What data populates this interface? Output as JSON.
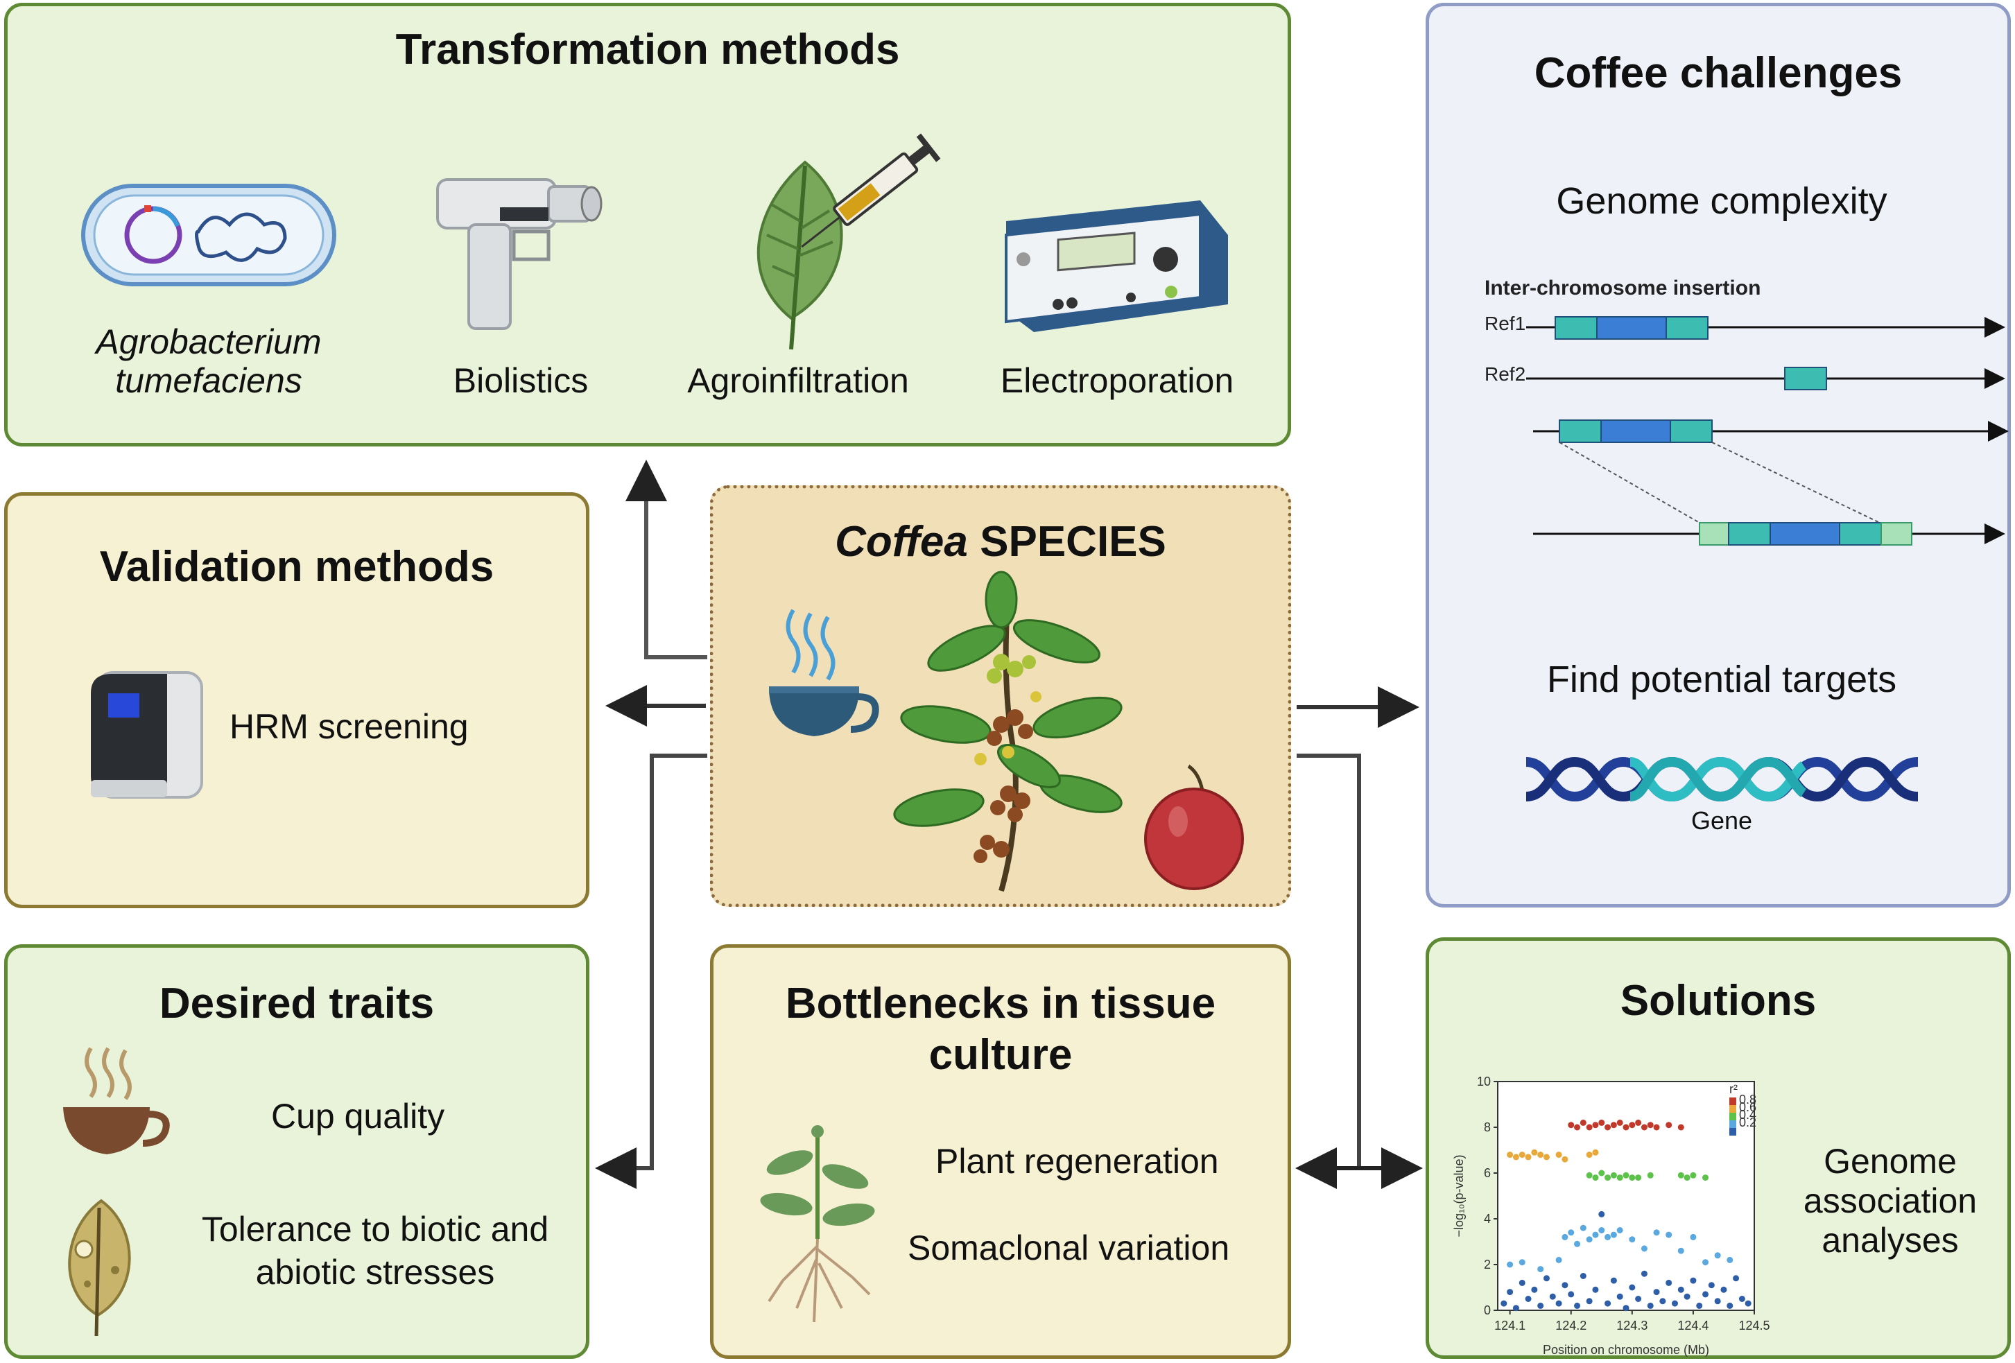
{
  "transformation": {
    "title": "Transformation methods",
    "methods": [
      "Agrobacterium tumefaciens",
      "Biolistics",
      "Agroinfiltration",
      "Electroporation"
    ],
    "agro_line1": "Agrobacterium",
    "agro_line2": "tumefaciens"
  },
  "challenges": {
    "title": "Coffee challenges",
    "genome_complexity": "Genome complexity",
    "insertion_label": "Inter-chromosome insertion",
    "ref1": "Ref1",
    "ref2": "Ref2",
    "find_targets": "Find potential targets",
    "gene_label": "Gene"
  },
  "validation": {
    "title": "Validation methods",
    "hrm": "HRM screening"
  },
  "center": {
    "title_italic": "Coffea",
    "title_rest": " SPECIES"
  },
  "traits": {
    "title": "Desired traits",
    "cup_quality": "Cup quality",
    "tolerance_line1": "Tolerance to biotic and",
    "tolerance_line2": "abiotic stresses"
  },
  "bottlenecks": {
    "title_line1": "Bottlenecks in tissue",
    "title_line2": "culture",
    "regeneration": "Plant regeneration",
    "somaclonal": "Somaclonal variation"
  },
  "solutions": {
    "title": "Solutions",
    "gwas_line1": "Genome",
    "gwas_line2": "association",
    "gwas_line3": "analyses"
  },
  "chart_data": {
    "type": "scatter",
    "xlabel": "Position on chromosome (Mb)",
    "ylabel": "−log₁₀(p-value)",
    "x_ticks": [
      "124.1",
      "124.2",
      "124.3",
      "124.4",
      "124.5"
    ],
    "y_ticks": [
      "0",
      "2",
      "4",
      "6",
      "8",
      "10"
    ],
    "xlim": [
      124.08,
      124.5
    ],
    "ylim": [
      0,
      10
    ],
    "legend_title": "r²",
    "legend": [
      {
        "label": "0.8",
        "color": "#c0392b"
      },
      {
        "label": "0.6",
        "color": "#e8a93a"
      },
      {
        "label": "0.4",
        "color": "#5cc24a"
      },
      {
        "label": "0.2",
        "color": "#5aa8e0"
      },
      {
        "label": "",
        "color": "#2f5ea8"
      }
    ],
    "series": [
      {
        "color": "#c0392b",
        "values": [
          [
            124.2,
            8.1
          ],
          [
            124.21,
            8.0
          ],
          [
            124.22,
            8.2
          ],
          [
            124.23,
            8.0
          ],
          [
            124.24,
            8.1
          ],
          [
            124.25,
            8.2
          ],
          [
            124.26,
            8.0
          ],
          [
            124.27,
            8.1
          ],
          [
            124.28,
            8.2
          ],
          [
            124.29,
            8.0
          ],
          [
            124.3,
            8.1
          ],
          [
            124.31,
            8.2
          ],
          [
            124.32,
            8.0
          ],
          [
            124.33,
            8.1
          ],
          [
            124.34,
            8.0
          ],
          [
            124.36,
            8.1
          ],
          [
            124.38,
            8.0
          ]
        ]
      },
      {
        "color": "#e8a93a",
        "values": [
          [
            124.1,
            6.8
          ],
          [
            124.11,
            6.7
          ],
          [
            124.12,
            6.8
          ],
          [
            124.13,
            6.7
          ],
          [
            124.14,
            6.9
          ],
          [
            124.15,
            6.8
          ],
          [
            124.16,
            6.7
          ],
          [
            124.18,
            6.8
          ],
          [
            124.19,
            6.6
          ],
          [
            124.23,
            6.8
          ],
          [
            124.24,
            6.9
          ]
        ]
      },
      {
        "color": "#5cc24a",
        "values": [
          [
            124.23,
            5.9
          ],
          [
            124.24,
            5.8
          ],
          [
            124.25,
            6.0
          ],
          [
            124.26,
            5.8
          ],
          [
            124.27,
            5.9
          ],
          [
            124.28,
            5.8
          ],
          [
            124.29,
            5.9
          ],
          [
            124.3,
            5.8
          ],
          [
            124.31,
            5.8
          ],
          [
            124.33,
            5.9
          ],
          [
            124.38,
            5.9
          ],
          [
            124.39,
            5.8
          ],
          [
            124.4,
            5.9
          ],
          [
            124.42,
            5.8
          ]
        ]
      },
      {
        "color": "#5aa8e0",
        "values": [
          [
            124.1,
            2.0
          ],
          [
            124.12,
            2.1
          ],
          [
            124.15,
            1.8
          ],
          [
            124.18,
            2.2
          ],
          [
            124.19,
            3.2
          ],
          [
            124.2,
            3.4
          ],
          [
            124.21,
            2.9
          ],
          [
            124.22,
            3.6
          ],
          [
            124.23,
            3.1
          ],
          [
            124.24,
            3.3
          ],
          [
            124.25,
            3.5
          ],
          [
            124.26,
            3.2
          ],
          [
            124.27,
            3.3
          ],
          [
            124.28,
            3.5
          ],
          [
            124.3,
            3.1
          ],
          [
            124.32,
            2.7
          ],
          [
            124.34,
            3.4
          ],
          [
            124.36,
            3.3
          ],
          [
            124.38,
            2.6
          ],
          [
            124.4,
            3.2
          ],
          [
            124.42,
            2.1
          ],
          [
            124.44,
            2.4
          ],
          [
            124.46,
            2.2
          ]
        ]
      },
      {
        "color": "#2f5ea8",
        "values": [
          [
            124.09,
            0.3
          ],
          [
            124.1,
            0.8
          ],
          [
            124.11,
            0.1
          ],
          [
            124.12,
            1.2
          ],
          [
            124.13,
            0.5
          ],
          [
            124.14,
            0.9
          ],
          [
            124.15,
            0.2
          ],
          [
            124.16,
            1.4
          ],
          [
            124.17,
            0.6
          ],
          [
            124.18,
            0.3
          ],
          [
            124.19,
            1.1
          ],
          [
            124.2,
            0.7
          ],
          [
            124.21,
            0.2
          ],
          [
            124.22,
            1.5
          ],
          [
            124.23,
            0.4
          ],
          [
            124.24,
            0.9
          ],
          [
            124.25,
            4.2
          ],
          [
            124.26,
            0.3
          ],
          [
            124.27,
            1.3
          ],
          [
            124.28,
            0.6
          ],
          [
            124.29,
            0.1
          ],
          [
            124.3,
            1.0
          ],
          [
            124.31,
            0.5
          ],
          [
            124.32,
            1.6
          ],
          [
            124.33,
            0.2
          ],
          [
            124.34,
            0.8
          ],
          [
            124.35,
            0.4
          ],
          [
            124.36,
            1.2
          ],
          [
            124.37,
            0.3
          ],
          [
            124.38,
            0.9
          ],
          [
            124.39,
            0.6
          ],
          [
            124.4,
            1.3
          ],
          [
            124.41,
            0.2
          ],
          [
            124.42,
            0.7
          ],
          [
            124.43,
            1.1
          ],
          [
            124.44,
            0.4
          ],
          [
            124.45,
            0.9
          ],
          [
            124.46,
            0.2
          ],
          [
            124.47,
            1.4
          ],
          [
            124.48,
            0.5
          ],
          [
            124.49,
            0.3
          ]
        ]
      }
    ]
  }
}
